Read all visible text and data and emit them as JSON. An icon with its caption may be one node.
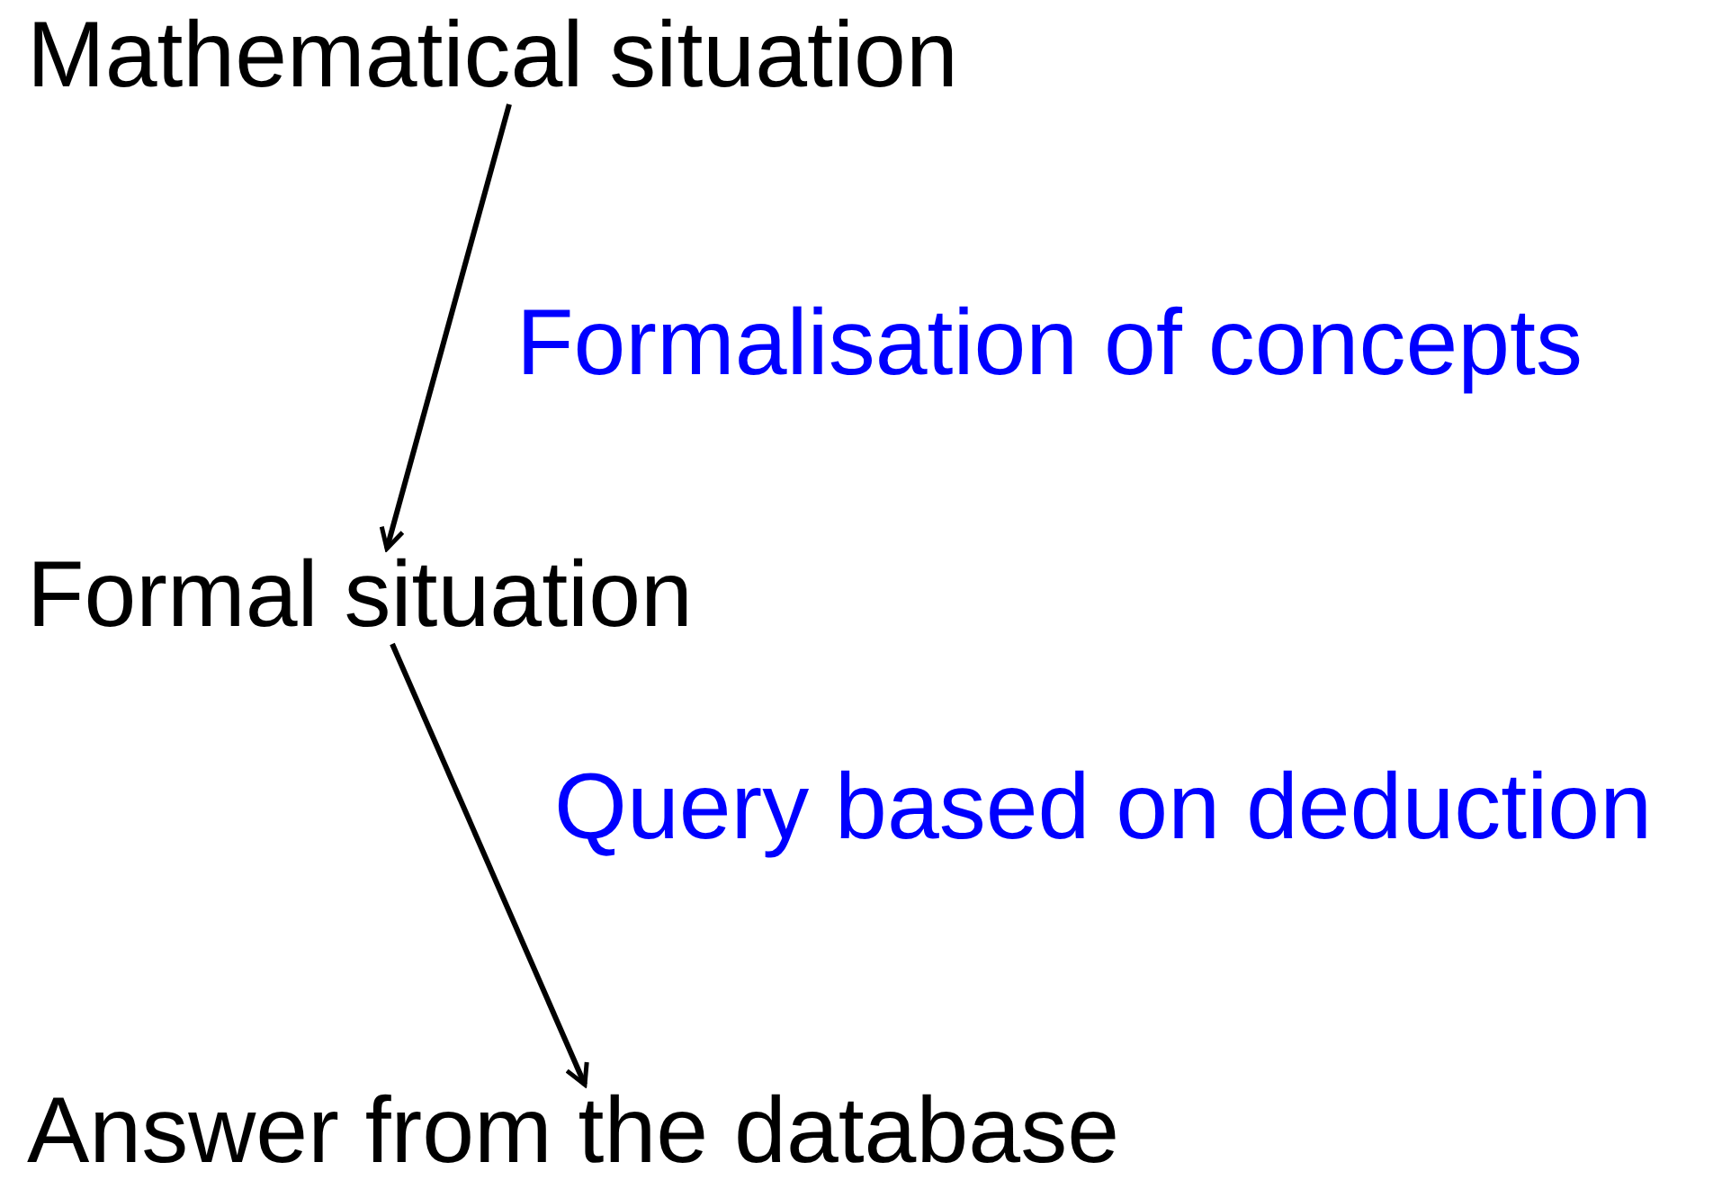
{
  "diagram": {
    "nodes": [
      {
        "text": [
          "Mathematical situation"
        ]
      },
      {
        "text": [
          "Formal situation"
        ]
      },
      {
        "text": [
          "Answer from the database"
        ]
      }
    ],
    "edges": [
      {
        "from": 0,
        "to": 1,
        "arrow": "to",
        "label": "Formalisation of concepts"
      },
      {
        "from": 1,
        "to": 2,
        "arrow": "to",
        "label": "Query based on deduction"
      }
    ]
  }
}
